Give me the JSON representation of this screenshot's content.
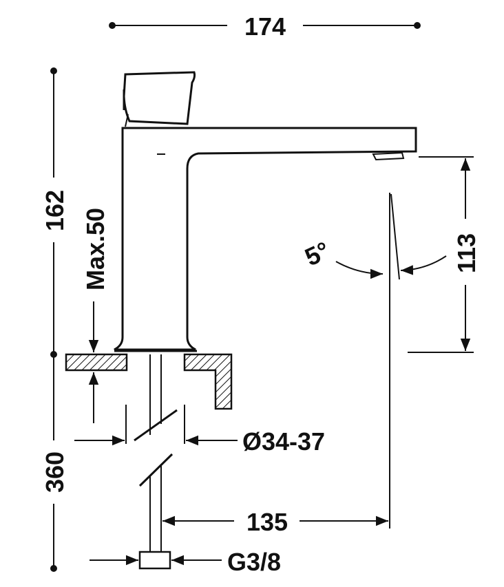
{
  "diagram": {
    "dimensions": {
      "width_total": "174",
      "height_total": "162",
      "max_deck": "Max.50",
      "spout_height": "113",
      "angle": "5°",
      "hole_diameter": "Ø34-37",
      "under_length": "360",
      "reach": "135",
      "connection": "G3/8"
    },
    "colors": {
      "line": "#111111",
      "background": "#ffffff"
    }
  }
}
